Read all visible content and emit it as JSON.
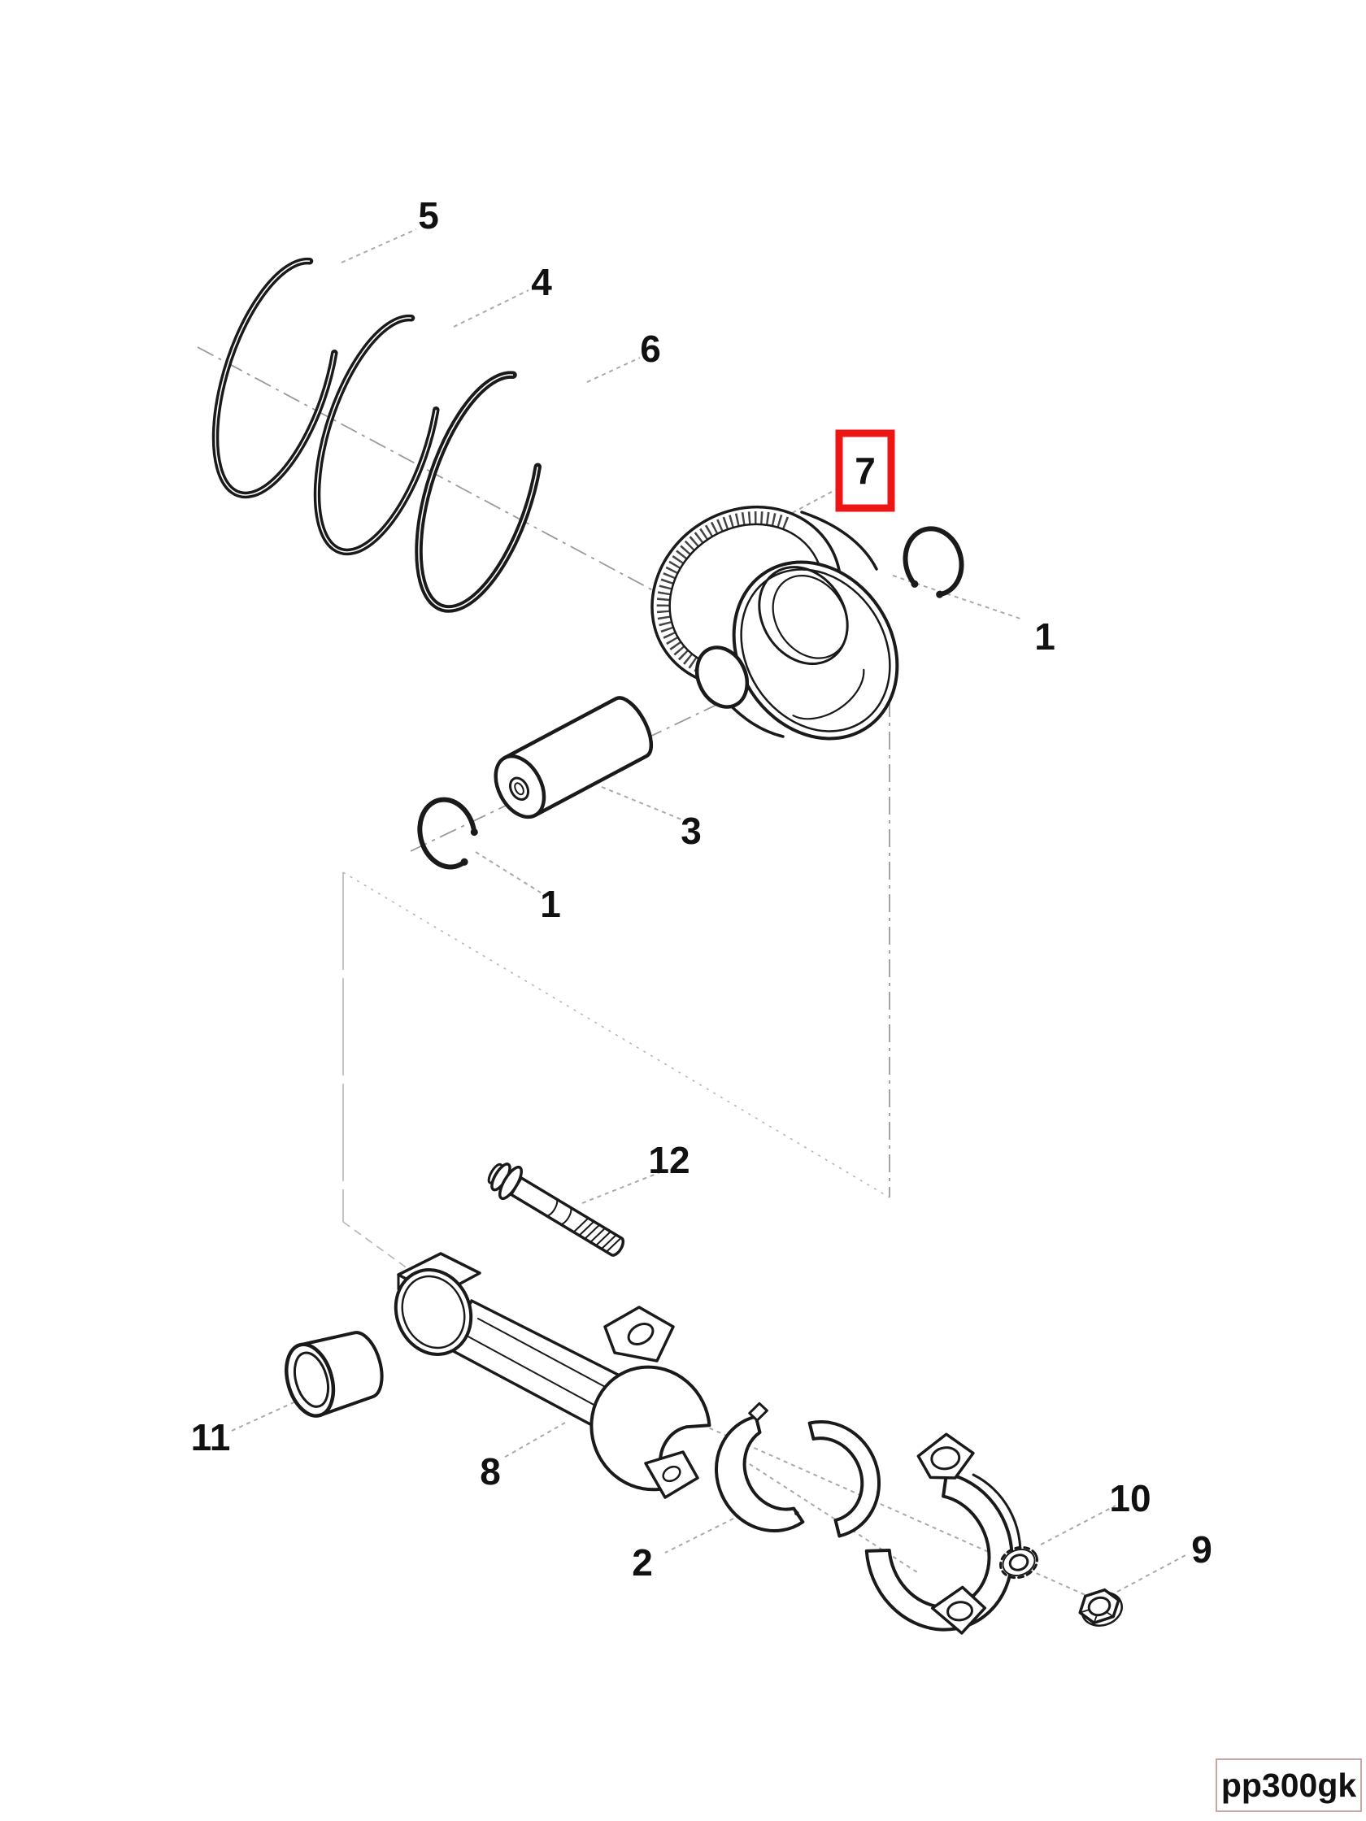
{
  "diagram": {
    "kind": "exploded-parts-diagram",
    "drawing_code": "pp300gk",
    "highlight": {
      "label": "7",
      "color": "#ee1515"
    },
    "colors": {
      "line": "#1a1a1a",
      "leader": "#a9a9a9",
      "centerline": "#9a9a9a",
      "watermark_border": "#c9a6a6",
      "background": "#ffffff",
      "text": "#111111"
    }
  },
  "callouts": [
    {
      "label": "5"
    },
    {
      "label": "4"
    },
    {
      "label": "6"
    },
    {
      "label": "7"
    },
    {
      "label": "1"
    },
    {
      "label": "3"
    },
    {
      "label": "1"
    },
    {
      "label": "12"
    },
    {
      "label": "11"
    },
    {
      "label": "8"
    },
    {
      "label": "2"
    },
    {
      "label": "10"
    },
    {
      "label": "9"
    }
  ],
  "watermark": {
    "text": "pp300gk"
  }
}
